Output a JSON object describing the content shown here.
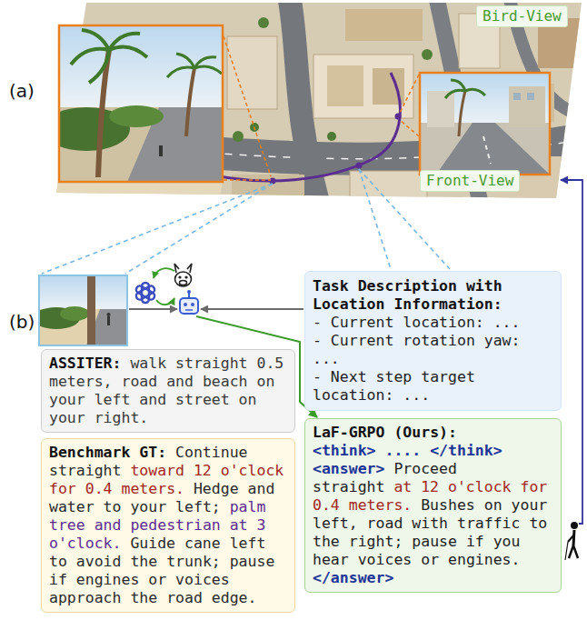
{
  "diagram": {
    "nodes": [
      {
        "text": [
          "Bird-View"
        ]
      },
      {
        "text": [
          "Front-View"
        ]
      },
      {
        "text": [
          "Task Description with Location Information:",
          "- Current location: ...",
          "- Current rotation yaw: ...",
          "- Next step target location: ..."
        ]
      },
      {
        "text": [
          "ASSITER:",
          "walk straight 0.5 meters, road and beach on your left and street on your right."
        ]
      },
      {
        "text": [
          "Benchmark GT:",
          "Continue straight",
          "toward 12 o'clock for 0.4 meters.",
          "Hedge and water to your left;",
          "palm tree and pedestrian at 3 o'clock.",
          "Guide cane left to avoid the trunk; pause if engines or voices approach the road edge."
        ]
      },
      {
        "text": [
          "LaF-GRPO (Ours):",
          "<think> .... </think>",
          "<answer>",
          "Proceed straight",
          "at 12 o'clock for 0.4 meters.",
          "Bushes on your left, road with traffic to the right; pause if you hear voices or engines.",
          "</answer>"
        ]
      }
    ],
    "labels": [
      "(a)",
      "(b)"
    ]
  }
}
